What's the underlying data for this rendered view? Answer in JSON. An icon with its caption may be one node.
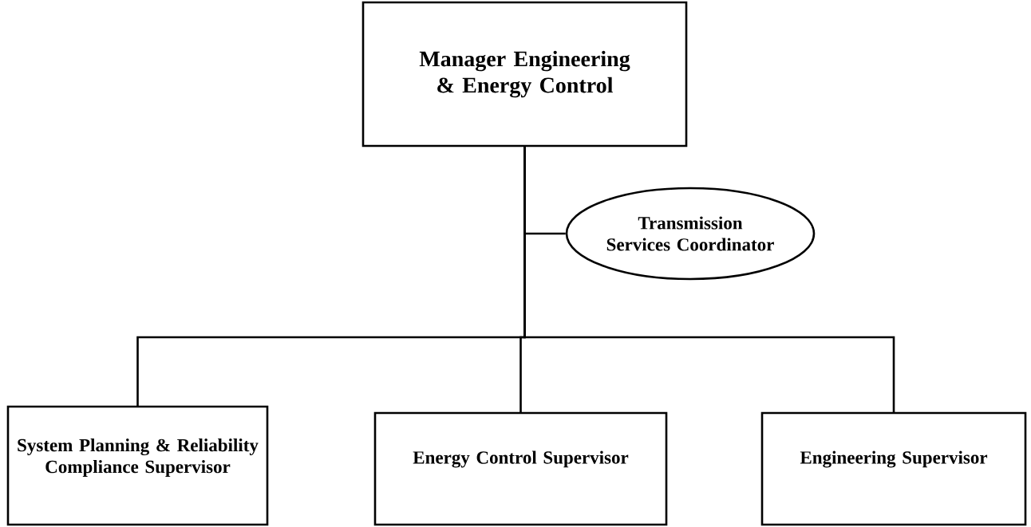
{
  "diagram": {
    "nodes": [
      {
        "text": [
          "Manager Engineering & Energy Control"
        ]
      },
      {
        "text": [
          "Transmission Services Coordinator"
        ]
      },
      {
        "text": [
          "System Planning & Reliability Compliance Supervisor"
        ]
      },
      {
        "text": [
          "Energy Control Supervisor"
        ]
      },
      {
        "text": [
          "Engineering Supervisor"
        ]
      }
    ],
    "edges": [
      {
        "from": 0,
        "to": 1,
        "arrow": "none"
      },
      {
        "from": 0,
        "to": 2,
        "arrow": "none"
      },
      {
        "from": 0,
        "to": 3,
        "arrow": "none"
      },
      {
        "from": 0,
        "to": 4,
        "arrow": "none"
      }
    ]
  }
}
